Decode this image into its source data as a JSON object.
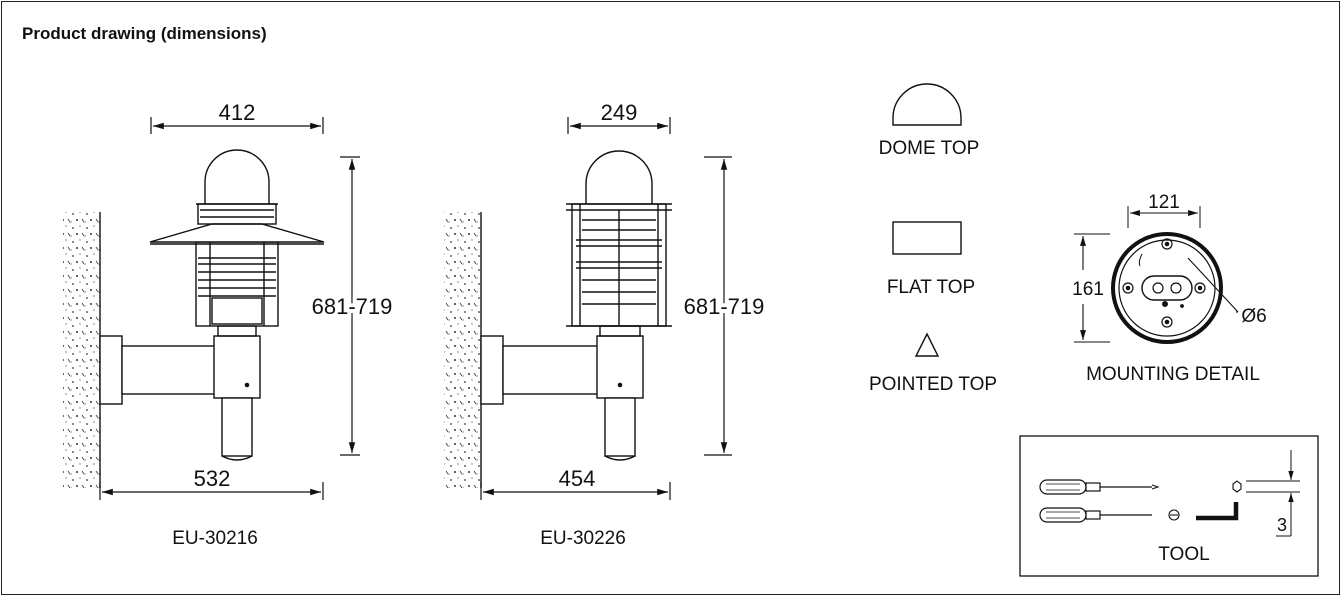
{
  "header": {
    "title": "Product drawing (dimensions)"
  },
  "lamp1": {
    "width": "412",
    "height": "681-719",
    "depth": "532",
    "model": "EU-30216"
  },
  "lamp2": {
    "width": "249",
    "height": "681-719",
    "depth": "454",
    "model": "EU-30226"
  },
  "tops": {
    "dome": "DOME TOP",
    "flat": "FLAT TOP",
    "pointed": "POINTED TOP"
  },
  "mounting": {
    "width": "121",
    "height": "161",
    "hole": "Ø6",
    "label": "MOUNTING DETAIL"
  },
  "tool": {
    "dimension": "3",
    "label": "TOOL"
  }
}
